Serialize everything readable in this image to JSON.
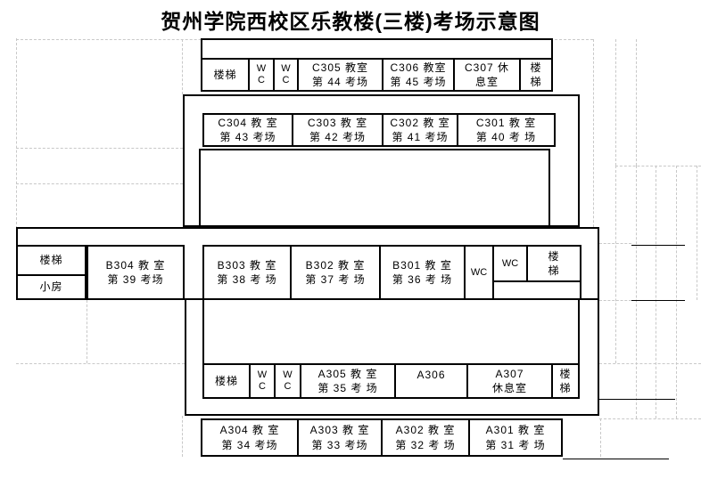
{
  "title": "贺州学院西校区乐教楼(三楼)考场示意图",
  "colors": {
    "wall": "#000000",
    "grid": "#c8c8c8",
    "background": "#ffffff"
  },
  "sections": {
    "top_wing": {
      "cells": [
        {
          "name": "stairs-top-left",
          "label": "楼梯"
        },
        {
          "name": "wc-top-1",
          "label": "W\nC"
        },
        {
          "name": "wc-top-2",
          "label": "W\nC"
        },
        {
          "name": "room-C305",
          "label": "C305 教室\n第 44 考场"
        },
        {
          "name": "room-C306",
          "label": "C306 教室\n第 45 考场"
        },
        {
          "name": "room-C307",
          "label": "C307 休\n息室"
        },
        {
          "name": "stairs-top-right",
          "label": "楼\n梯"
        }
      ]
    },
    "c_row": {
      "cells": [
        {
          "name": "room-C304",
          "label": "C304 教 室\n第 43 考场"
        },
        {
          "name": "room-C303",
          "label": "C303 教 室\n第 42 考场"
        },
        {
          "name": "room-C302",
          "label": "C302 教 室\n第 41 考场"
        },
        {
          "name": "room-C301",
          "label": "C301 教 室\n第 40 考 场"
        }
      ]
    },
    "middle_band": {
      "cells": [
        {
          "name": "stairs-mid-left",
          "label": "楼梯"
        },
        {
          "name": "small-room",
          "label": "小房"
        },
        {
          "name": "room-B304",
          "label": "B304 教 室\n第 39 考场"
        },
        {
          "name": "room-B303",
          "label": "B303 教 室\n第 38 考 场"
        },
        {
          "name": "room-B302",
          "label": "B302 教 室\n第 37 考 场"
        },
        {
          "name": "room-B301",
          "label": "B301 教 室\n第 36 考 场"
        },
        {
          "name": "wc-mid-1",
          "label": "WC"
        },
        {
          "name": "wc-mid-2",
          "label": "WC"
        },
        {
          "name": "stairs-mid-right",
          "label": "楼\n梯"
        }
      ]
    },
    "a_row": {
      "cells": [
        {
          "name": "stairs-bottom-left",
          "label": "楼梯"
        },
        {
          "name": "wc-bottom-1",
          "label": "W\nC"
        },
        {
          "name": "wc-bottom-2",
          "label": "W\nC"
        },
        {
          "name": "room-A305",
          "label": "A305 教 室\n第 35 考 场"
        },
        {
          "name": "room-A306",
          "label": "A306"
        },
        {
          "name": "room-A307",
          "label": "A307\n休息室"
        },
        {
          "name": "stairs-bottom-right",
          "label": "楼\n梯"
        }
      ]
    },
    "bottom_row": {
      "cells": [
        {
          "name": "room-A304",
          "label": "A304 教 室\n第 34 考场"
        },
        {
          "name": "room-A303",
          "label": "A303 教 室\n第 33 考场"
        },
        {
          "name": "room-A302",
          "label": "A302 教 室\n第 32 考 场"
        },
        {
          "name": "room-A301",
          "label": "A301 教 室\n第 31 考 场"
        }
      ]
    }
  }
}
